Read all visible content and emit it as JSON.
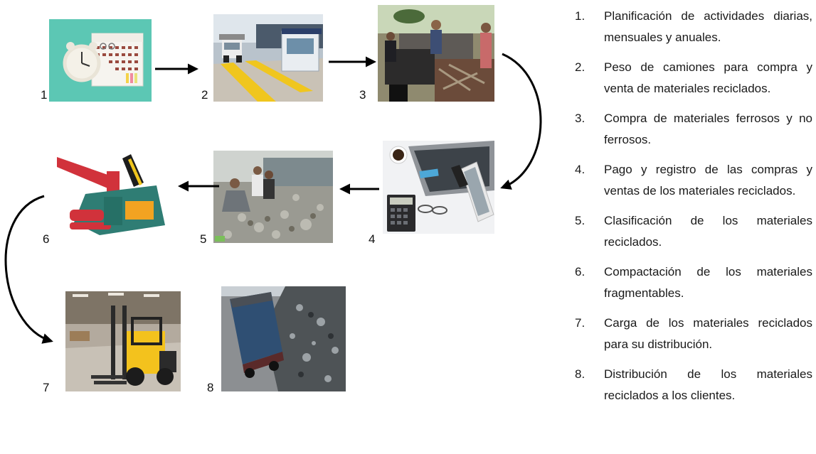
{
  "steps": [
    {
      "number": "1",
      "label": "Planificación de actividades diarias, mensuales y anuales.",
      "icon": "calendar-clock-photo"
    },
    {
      "number": "2",
      "label": "Peso de camiones para compra y venta de materiales reciclados.",
      "icon": "truck-scale-photo"
    },
    {
      "number": "3",
      "label": "Compra de materiales ferrosos y no ferrosos.",
      "icon": "scrap-purchase-photo"
    },
    {
      "number": "4",
      "label": "Pago y registro de las compras y ventas de los materiales reciclados.",
      "icon": "desk-payment-photo"
    },
    {
      "number": "5",
      "label": "Clasificación de los materiales reciclados.",
      "icon": "sorting-scrap-photo"
    },
    {
      "number": "6",
      "label": "Compactación de los materiales fragmentables.",
      "icon": "baler-machine-photo"
    },
    {
      "number": "7",
      "label": "Carga de los materiales reciclados para su distribución.",
      "icon": "forklift-photo"
    },
    {
      "number": "8",
      "label": "Distribución de los materiales reciclados a los clientes.",
      "icon": "dump-truck-scrap-photo"
    }
  ],
  "legend_markers": [
    "1.",
    "2.",
    "3.",
    "4.",
    "5.",
    "6.",
    "7.",
    "8."
  ],
  "colors": {
    "arrow": "#000000",
    "text": "#1a1a1a"
  }
}
